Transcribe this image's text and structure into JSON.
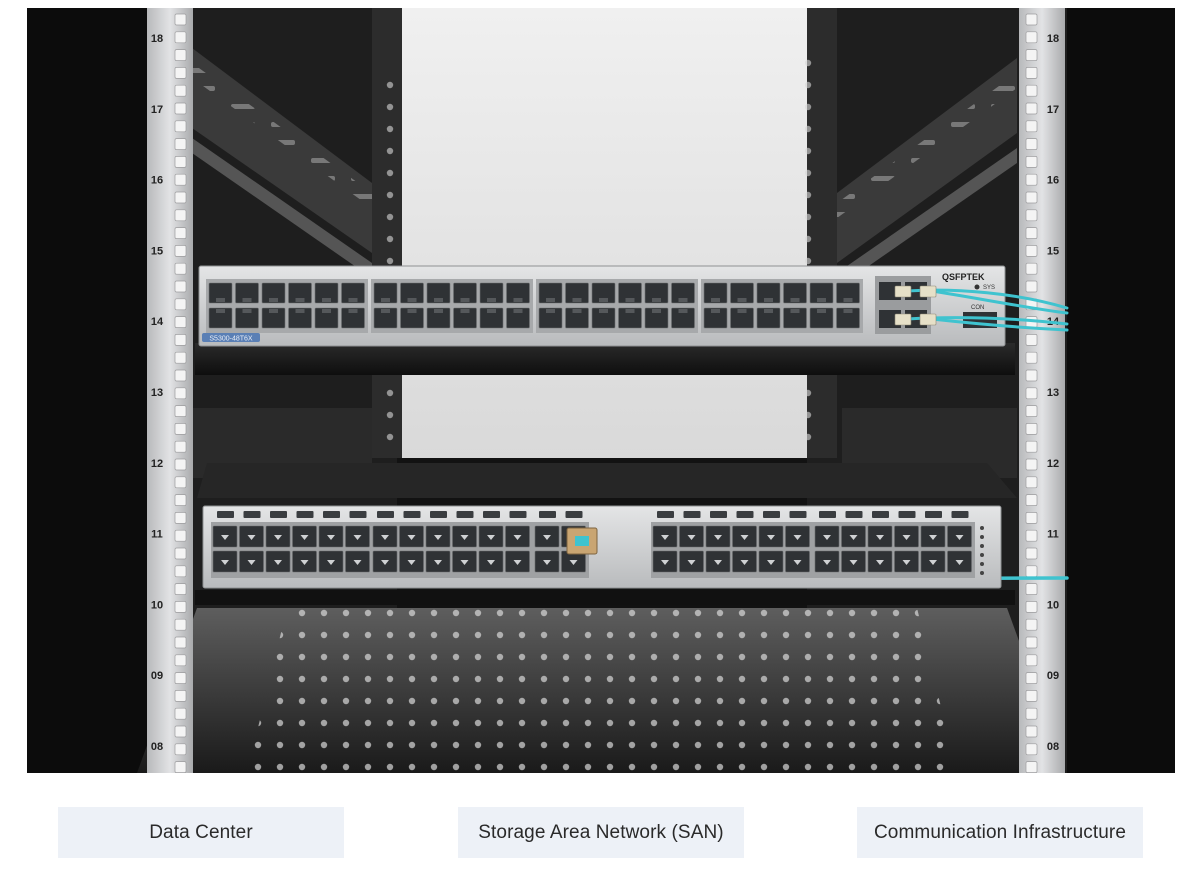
{
  "photo": {
    "rack_unit_labels": [
      "18",
      "17",
      "16",
      "15",
      "14",
      "13",
      "12",
      "11",
      "10",
      "09",
      "08"
    ],
    "brand_logo_text": "QSFPTEK",
    "switch_model_label": "S5300-48T6X",
    "status_label_sys": "SYS",
    "status_label_con": "CON",
    "colors": {
      "rack_frame": "#141414",
      "rail": "#d2d3d5",
      "switch_silver": "#c9cbcd",
      "fiber_aqua": "#3fc3cf",
      "port_dark": "#2f3235"
    }
  },
  "captions": [
    {
      "label": "Data Center"
    },
    {
      "label": "Storage Area Network (SAN)"
    },
    {
      "label": "Communication Infrastructure"
    }
  ]
}
